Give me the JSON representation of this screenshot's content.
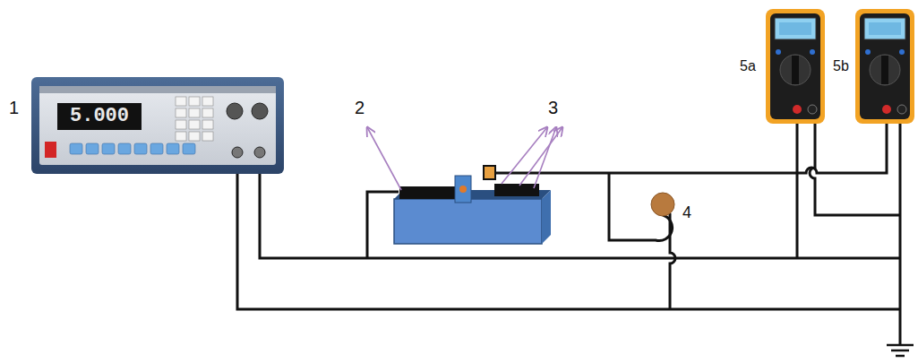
{
  "diagram": {
    "labels": [
      "1",
      "5.000",
      "2",
      "3",
      "4",
      "5a",
      "5b"
    ]
  }
}
